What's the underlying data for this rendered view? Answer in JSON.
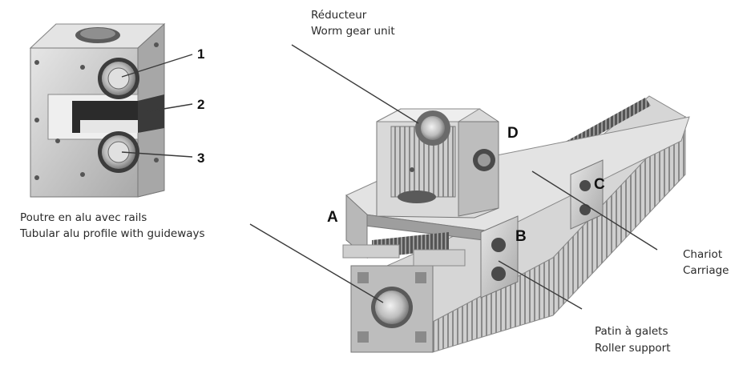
{
  "labels": {
    "worm_gear_fr": "Réducteur",
    "worm_gear_en": "Worm gear unit",
    "beam_fr": "Poutre en alu avec rails",
    "beam_en": "Tubular alu profile with guideways",
    "carriage_fr": "Chariot",
    "carriage_en": "Carriage",
    "roller_fr": "Patin à galets",
    "roller_en": "Roller support"
  },
  "letters": {
    "a": "A",
    "b": "B",
    "c": "C",
    "d": "D"
  },
  "numbers": {
    "n1": "1",
    "n2": "2",
    "n3": "3"
  }
}
